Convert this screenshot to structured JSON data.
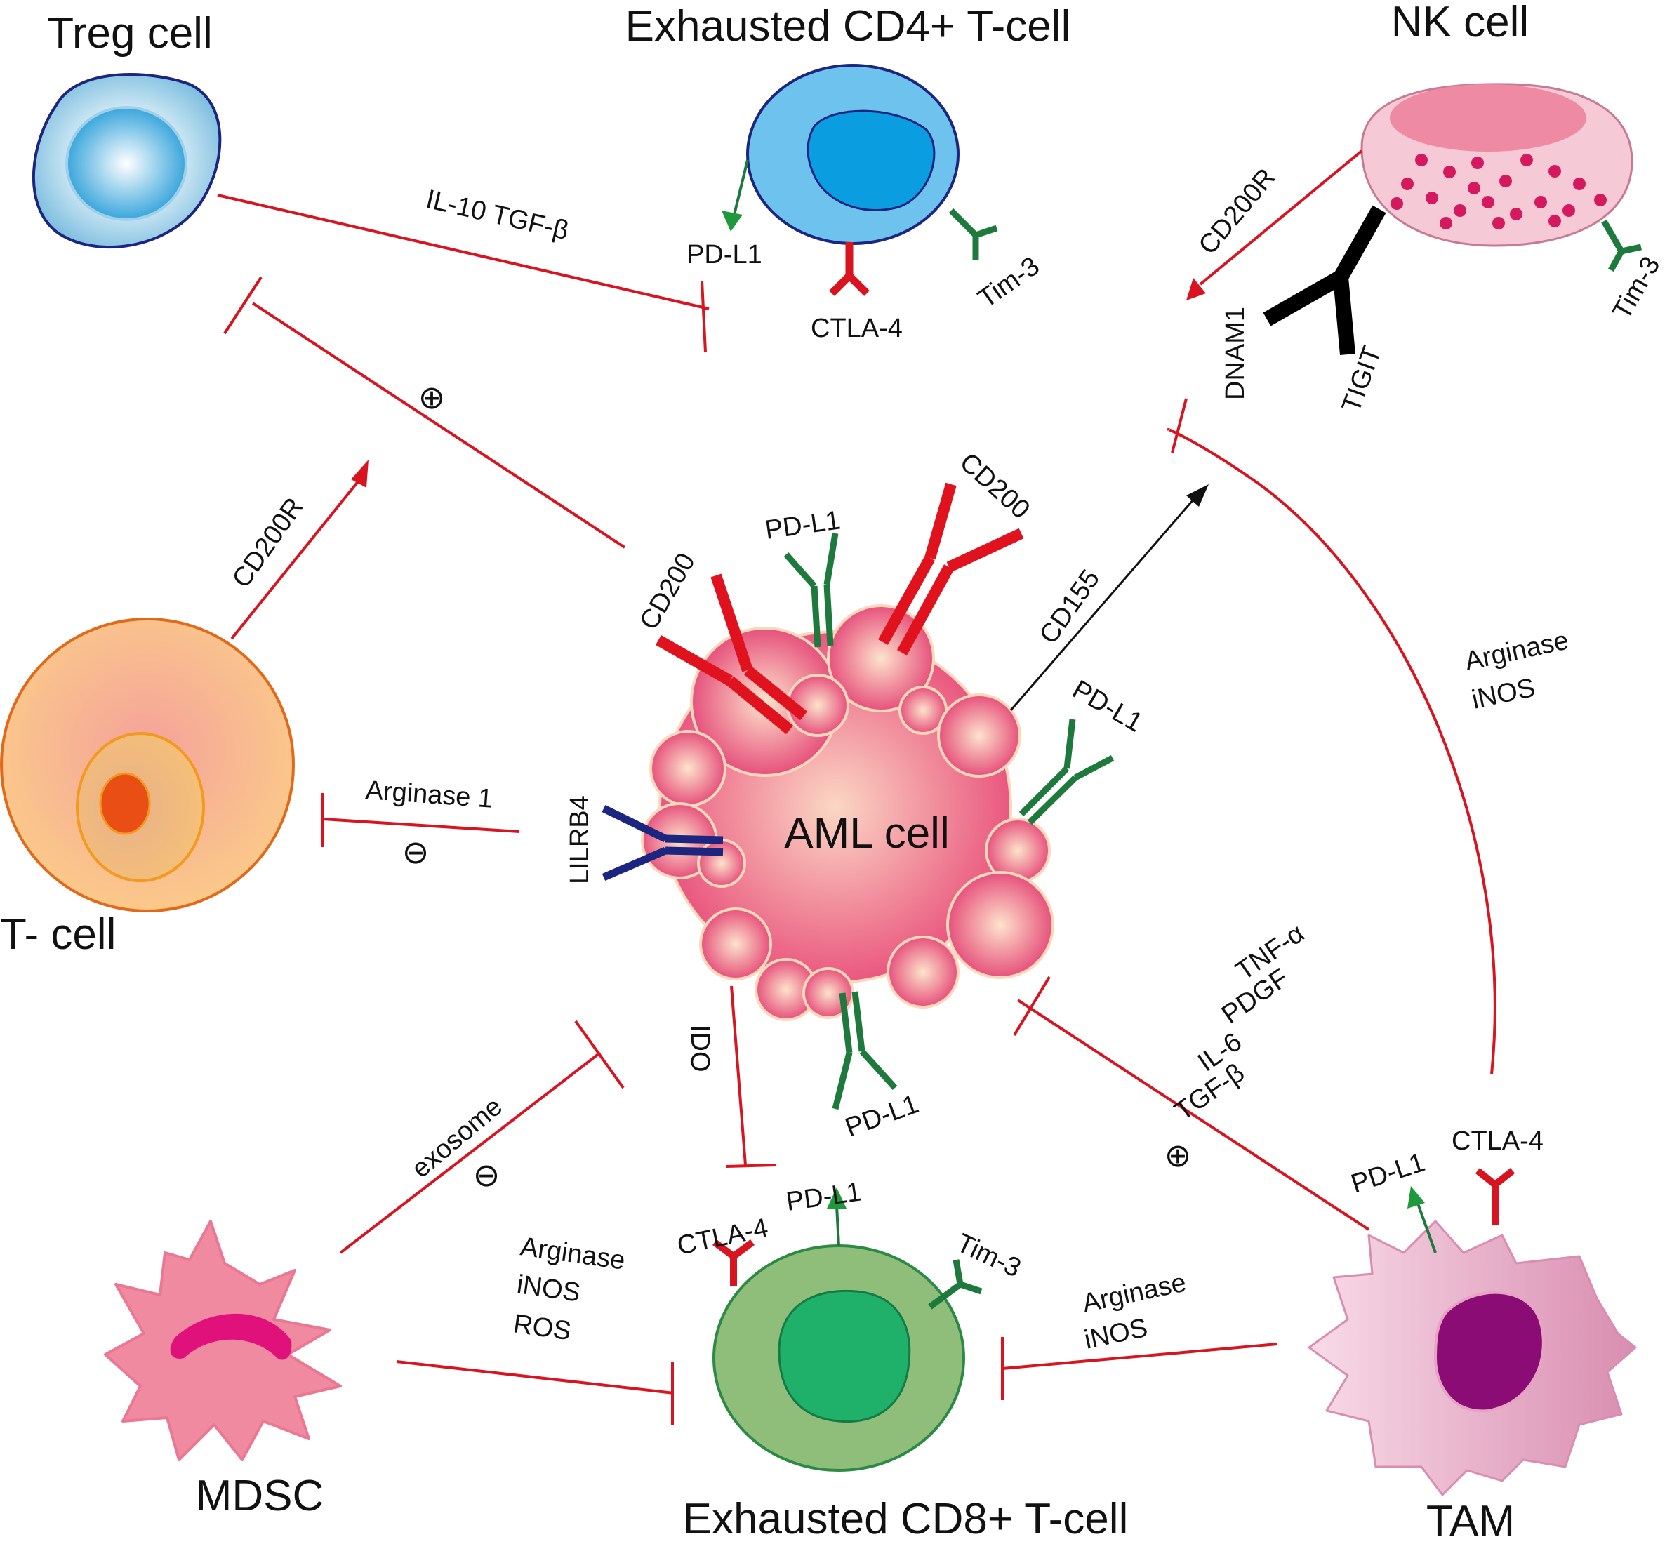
{
  "cells": {
    "treg": "Treg cell",
    "cd4": "Exhausted CD4+ T-cell",
    "nk": "NK cell",
    "tcell": "T- cell",
    "aml": "AML cell",
    "mdsc": "MDSC",
    "cd8": "Exhausted CD8+ T-cell",
    "tam": "TAM"
  },
  "labels": {
    "il10_tgfb": "IL-10 TGF-β",
    "cd4_pdl1": "PD-L1",
    "cd4_ctla4": "CTLA-4",
    "cd4_tim3": "Tim-3",
    "nk_cd200r": "CD200R",
    "nk_dnam1": "DNAM1",
    "nk_tigit": "TIGIT",
    "nk_tim3": "Tim-3",
    "tcell_cd200r": "CD200R",
    "aml_cd200_left": "CD200",
    "aml_pdl1_top": "PD-L1",
    "aml_cd200_right": "CD200",
    "aml_cd155": "CD155",
    "aml_pdl1_right": "PD-L1",
    "aml_lilrb4": "LILRB4",
    "aml_pdl1_bottom": "PD-L1",
    "aml_ido": "IDO",
    "arginase1": "Arginase 1",
    "nk_arginase": "Arginase",
    "nk_inos": "iNOS",
    "tam_tnfa": "TNF-α",
    "tam_pdgf": "PDGF",
    "tam_il6": "IL-6",
    "tam_tgfb": "TGF-β",
    "tam_pdl1": "PD-L1",
    "tam_ctla4": "CTLA-4",
    "exosome": "exosome",
    "mdsc_arginase": "Arginase",
    "mdsc_inos": "iNOS",
    "mdsc_ros": "ROS",
    "cd8_pdl1": "PD-L1",
    "cd8_ctla4": "CTLA-4",
    "cd8_tim3": "Tim-3",
    "tam_arginase": "Arginase",
    "tam_inos": "iNOS"
  },
  "signs": {
    "plus_treg": "⊕",
    "minus_tcell": "⊖",
    "minus_exosome": "⊖",
    "plus_tam": "⊕"
  },
  "colors": {
    "inhibit": "#d7141f",
    "activate": "#111111",
    "pdl1_receptor": "#1e7a3c",
    "ctla4_receptor": "#d7141f",
    "cd200_receptor": "#e0121d",
    "lilrb4_receptor": "#1c2580",
    "tigit_receptor": "#000000"
  }
}
